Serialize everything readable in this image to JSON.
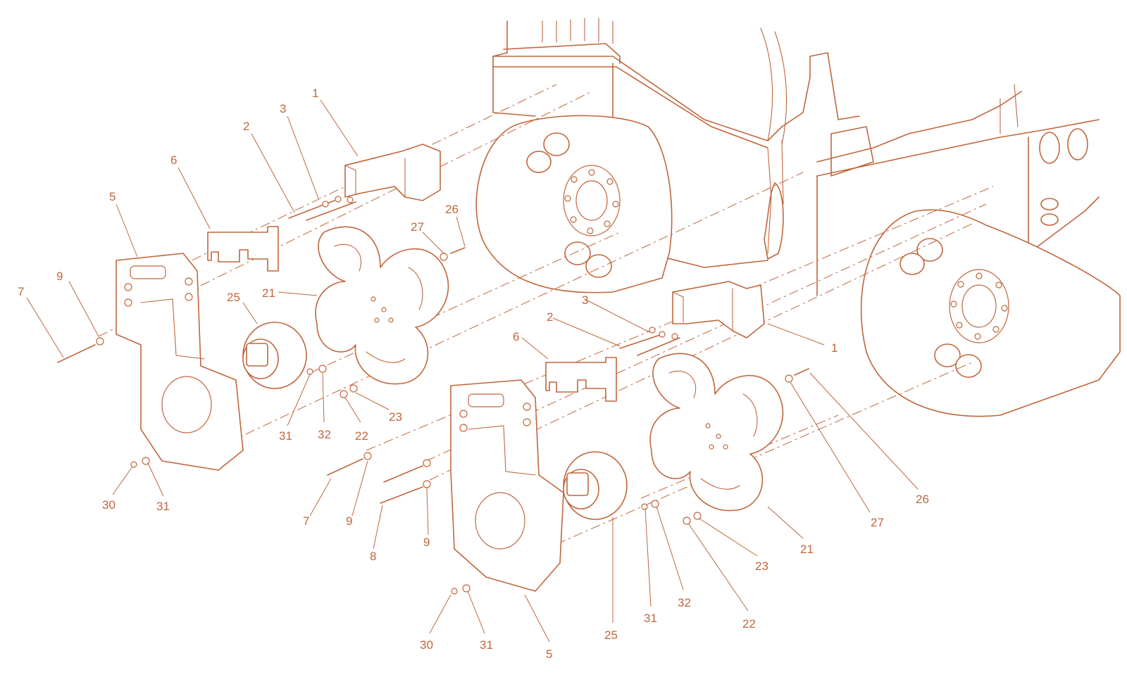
{
  "diagram": {
    "line_color": "#c0663c",
    "background": "#ffffff"
  },
  "callouts": [
    {
      "id": "c1a",
      "text": "1"
    },
    {
      "id": "c2a",
      "text": "2"
    },
    {
      "id": "c3a",
      "text": "3"
    },
    {
      "id": "c6a",
      "text": "6"
    },
    {
      "id": "c5a",
      "text": "5"
    },
    {
      "id": "c9a",
      "text": "9"
    },
    {
      "id": "c7a",
      "text": "7"
    },
    {
      "id": "c27a",
      "text": "27"
    },
    {
      "id": "c26a",
      "text": "26"
    },
    {
      "id": "c21a",
      "text": "21"
    },
    {
      "id": "c25a",
      "text": "25"
    },
    {
      "id": "c31a",
      "text": "31"
    },
    {
      "id": "c32a",
      "text": "32"
    },
    {
      "id": "c22a",
      "text": "22"
    },
    {
      "id": "c23a",
      "text": "23"
    },
    {
      "id": "c30a",
      "text": "30"
    },
    {
      "id": "c31b",
      "text": "31"
    },
    {
      "id": "c3b",
      "text": "3"
    },
    {
      "id": "c2b",
      "text": "2"
    },
    {
      "id": "c1b",
      "text": "1"
    },
    {
      "id": "c6b",
      "text": "6"
    },
    {
      "id": "c7b",
      "text": "7"
    },
    {
      "id": "c9b",
      "text": "9"
    },
    {
      "id": "c8b",
      "text": "8"
    },
    {
      "id": "c9c",
      "text": "9"
    },
    {
      "id": "c30b",
      "text": "30"
    },
    {
      "id": "c31c",
      "text": "31"
    },
    {
      "id": "c5b",
      "text": "5"
    },
    {
      "id": "c25b",
      "text": "25"
    },
    {
      "id": "c31d",
      "text": "31"
    },
    {
      "id": "c32b",
      "text": "32"
    },
    {
      "id": "c22b",
      "text": "22"
    },
    {
      "id": "c23b",
      "text": "23"
    },
    {
      "id": "c21b",
      "text": "21"
    },
    {
      "id": "c27b",
      "text": "27"
    },
    {
      "id": "c26b",
      "text": "26"
    }
  ]
}
